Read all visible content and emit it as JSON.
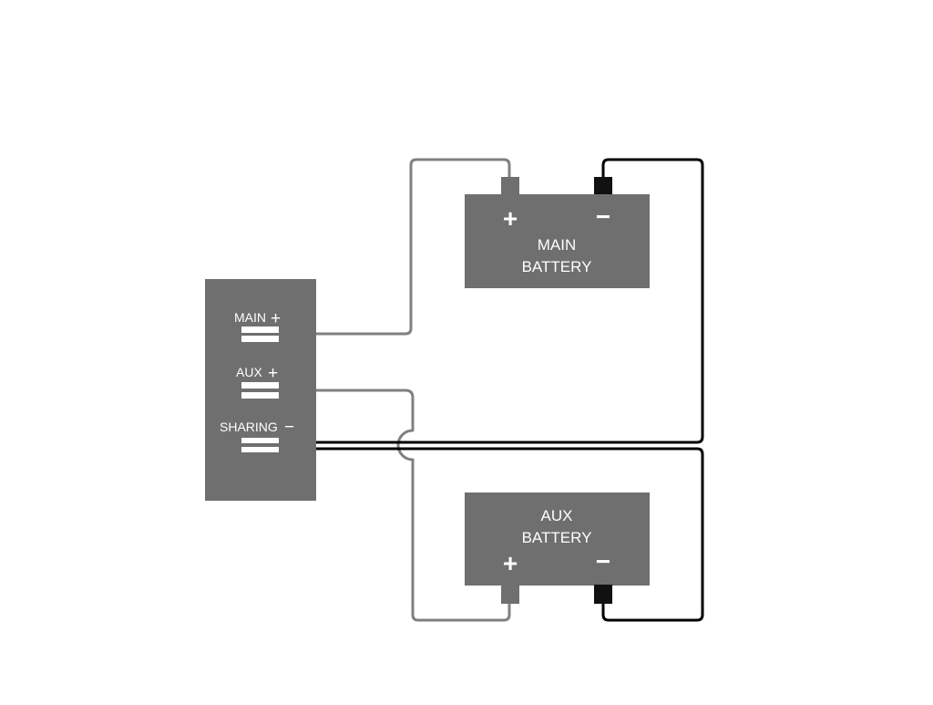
{
  "colors": {
    "background": "#ffffff",
    "box_fill": "#6f6f6f",
    "label_text": "#ffffff",
    "positive_wire": "#808080",
    "negative_wire": "#000000",
    "terminal_positive": "#6f6f6f",
    "terminal_negative": "#111111"
  },
  "controller": {
    "main_label": "MAIN",
    "main_sign": "+",
    "aux_label": "AUX",
    "aux_sign": "+",
    "sharing_label": "SHARING",
    "sharing_sign": "−"
  },
  "main_battery": {
    "line1": "MAIN",
    "line2": "BATTERY",
    "positive_sign": "+",
    "negative_sign": "−"
  },
  "aux_battery": {
    "line1": "AUX",
    "line2": "BATTERY",
    "positive_sign": "+",
    "negative_sign": "−"
  }
}
